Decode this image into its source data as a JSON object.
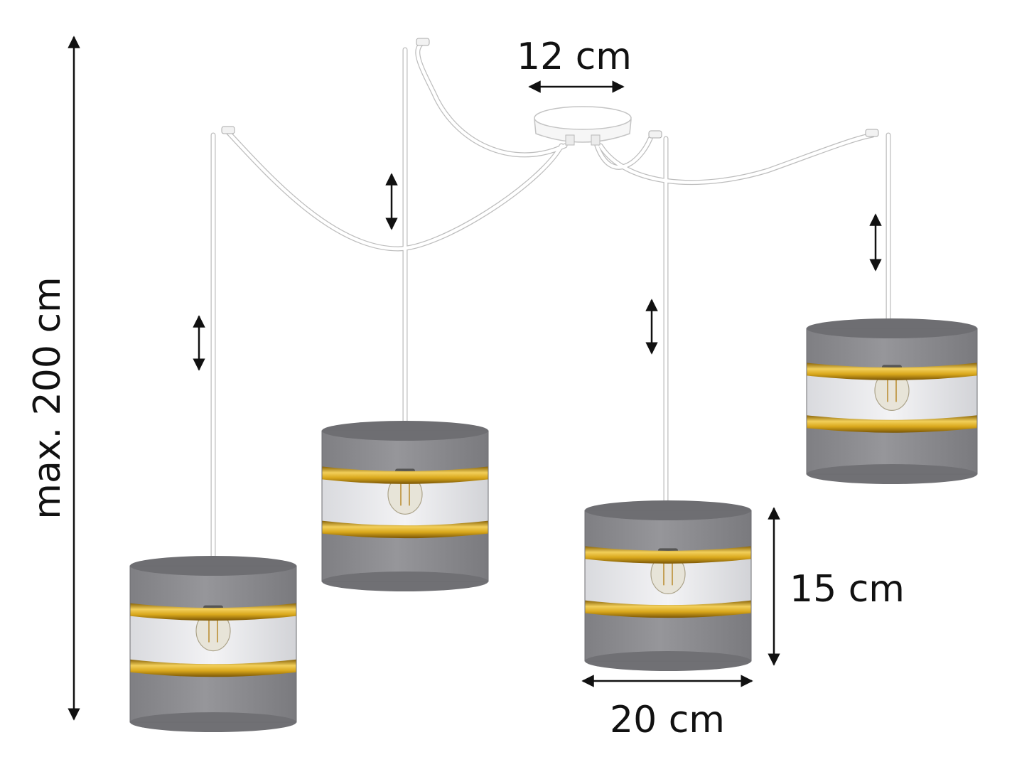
{
  "dimensions": {
    "canopy_width": "12 cm",
    "max_height": "max. 200 cm",
    "shade_height": "15 cm",
    "shade_width": "20 cm"
  },
  "colors": {
    "shade": "#8a8a8e",
    "shade_dark": "#6e6e72",
    "shade_inside": "#707074",
    "gold": "#d4a017",
    "gold_light": "#f5d36a",
    "cable": "#ffffff",
    "cable_outline": "#c8c8c8",
    "canopy": "#f4f4f4",
    "arrow": "#111111"
  }
}
